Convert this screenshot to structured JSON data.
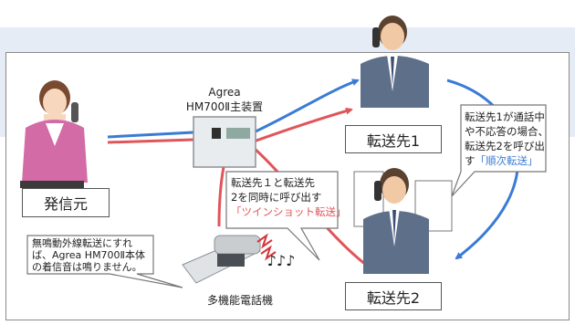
{
  "labels": {
    "device_brand": "Agrea",
    "device_model": "HM700Ⅱ主装置",
    "caller": "発信元",
    "dest1": "転送先1",
    "dest2": "転送先2",
    "phone": "多機能電話機",
    "note_sound": "♪♪♪"
  },
  "callouts": {
    "twin": {
      "line1": "転送先１と転送先",
      "line2": "2を同時に呼び出す",
      "highlight": "「ツインショット転送」"
    },
    "sequential": {
      "line1": "転送先1が通話中",
      "line2": "や不応答の場合、",
      "line3": "転送先2を呼び出",
      "line4_prefix": "す",
      "highlight": "「順次転送」"
    },
    "silent": {
      "line1": "無鳴動外線転送にすれ",
      "line2": "ば、Agrea HM700Ⅱ本体",
      "line3": "の着信音は鳴りません。"
    }
  },
  "colors": {
    "line_blue": "#3a7bd5",
    "line_red": "#e0555a",
    "highlight_red": "#e0555a",
    "highlight_blue": "#3a7bd5"
  }
}
